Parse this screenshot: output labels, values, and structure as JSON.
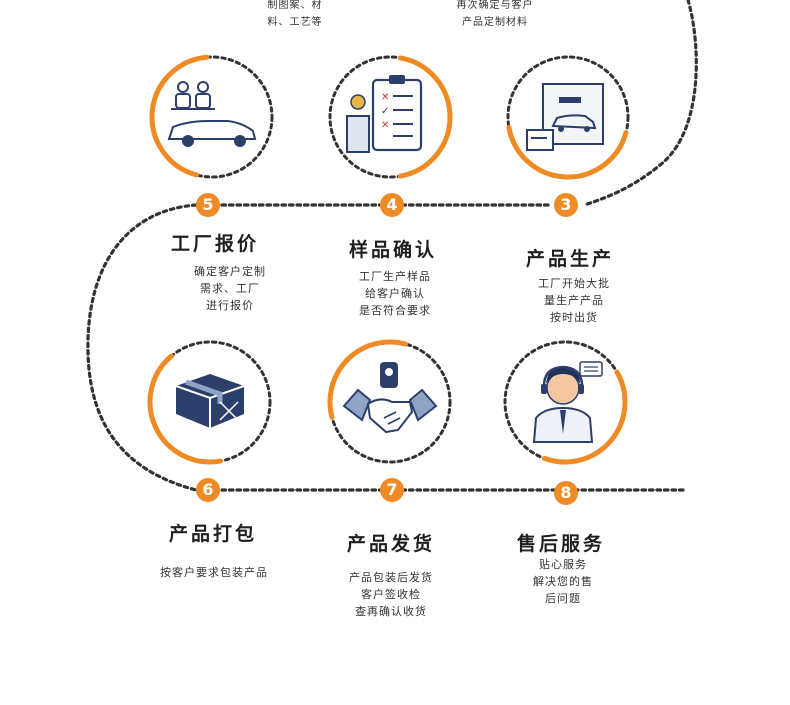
{
  "top_left_desc": [
    "制图案、材",
    "料、工艺等"
  ],
  "top_mid_desc": [
    "再次确定与客户",
    "产品定制材料"
  ],
  "steps": [
    {
      "num": "3",
      "title": "产品生产",
      "desc": [
        "工厂开始大批",
        "量生产产品",
        "按时出货"
      ],
      "icon": "car-factory-icon"
    },
    {
      "num": "4",
      "title": "样品确认",
      "desc": [
        "工厂生产样品",
        "给客户确认",
        "是否符合要求"
      ],
      "icon": "checklist-presenter-icon"
    },
    {
      "num": "5",
      "title": "工厂报价",
      "desc": [
        "确定客户定制",
        "需求、工厂",
        "进行报价"
      ],
      "icon": "car-consultation-icon"
    },
    {
      "num": "6",
      "title": "产品打包",
      "desc": [
        "按客户要求包装产品"
      ],
      "icon": "package-box-icon"
    },
    {
      "num": "7",
      "title": "产品发货",
      "desc": [
        "产品包装后发货",
        "客户签收检",
        "查再确认收货"
      ],
      "icon": "handshake-icon"
    },
    {
      "num": "8",
      "title": "售后服务",
      "desc": [
        "贴心服务",
        "解决您的售",
        "后问题"
      ],
      "icon": "customer-service-icon"
    }
  ],
  "colors": {
    "accent": "#f08a24",
    "dots": "#333333",
    "icon_navy": "#2c3f6b"
  }
}
